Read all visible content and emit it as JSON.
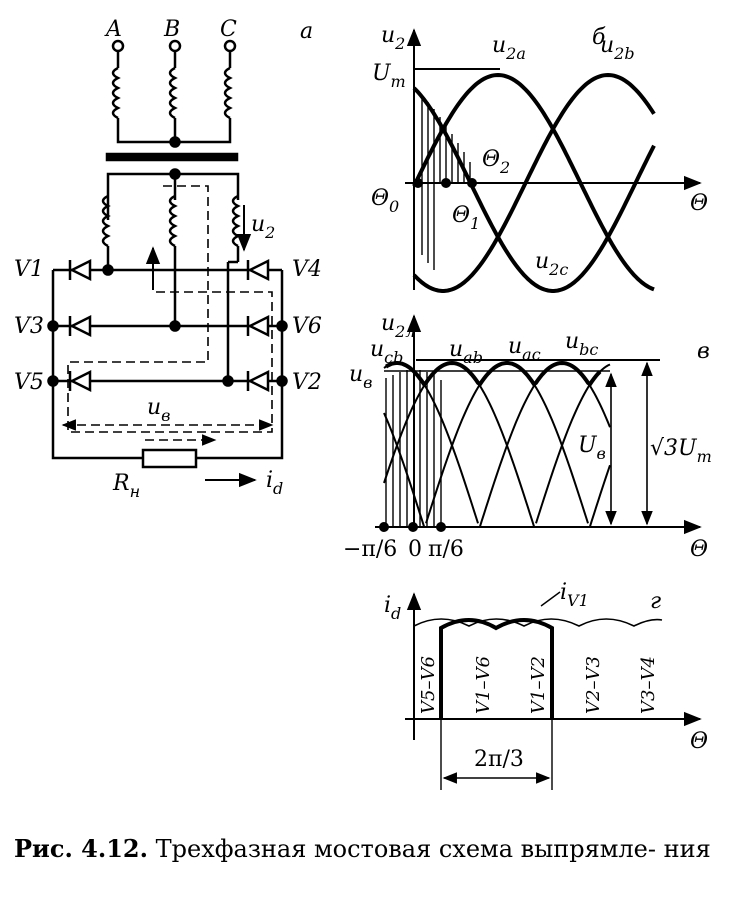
{
  "caption": {
    "number": "Рис. 4.12.",
    "text": "Трехфазная мостовая схема выпрямле- ния"
  },
  "panel_a": {
    "panel_letter": "а",
    "phases": [
      "A",
      "B",
      "C"
    ],
    "secondary_voltage": "u",
    "secondary_voltage_sub": "2",
    "diodes_left": [
      "V1",
      "V3",
      "V5"
    ],
    "diodes_right": [
      "V4",
      "V6",
      "V2"
    ],
    "bridge_voltage": "u",
    "bridge_voltage_sub": "в",
    "load": "R",
    "load_sub": "н",
    "current": "i",
    "current_sub": "d"
  },
  "panel_b": {
    "panel_letter": "б",
    "y_axis": "u",
    "y_axis_sub": "2",
    "x_axis": "Θ",
    "amplitude": "U",
    "amplitude_sub": "m",
    "curves": [
      {
        "name": "u",
        "sub": "2a"
      },
      {
        "name": "u",
        "sub": "2b"
      },
      {
        "name": "u",
        "sub": "2c"
      }
    ],
    "points": [
      {
        "name": "Θ",
        "sub": "0"
      },
      {
        "name": "Θ",
        "sub": "1"
      },
      {
        "name": "Θ",
        "sub": "2"
      }
    ]
  },
  "panel_v": {
    "panel_letter": "в",
    "y_axis": "u",
    "y_axis_sub": "2л",
    "x_axis": "Θ",
    "curves": [
      {
        "name": "u",
        "sub": "cb"
      },
      {
        "name": "u",
        "sub": "ab"
      },
      {
        "name": "u",
        "sub": "ac"
      },
      {
        "name": "u",
        "sub": "bc"
      }
    ],
    "bridge_voltage": "u",
    "bridge_voltage_sub": "в",
    "avg_voltage": "U",
    "avg_voltage_sub": "в",
    "peak_value": "√3U",
    "peak_value_sub": "m",
    "ticks": [
      "−π/6",
      "0",
      "π/6"
    ]
  },
  "panel_g": {
    "panel_letter": "г",
    "y_axis": "i",
    "y_axis_sub": "d",
    "x_axis": "Θ",
    "diode_current": "i",
    "diode_current_sub": "V1",
    "intervals": [
      "V5–V6",
      "V1–V6",
      "V1–V2",
      "V2–V3",
      "V3–V4"
    ],
    "period": "2π/3"
  }
}
